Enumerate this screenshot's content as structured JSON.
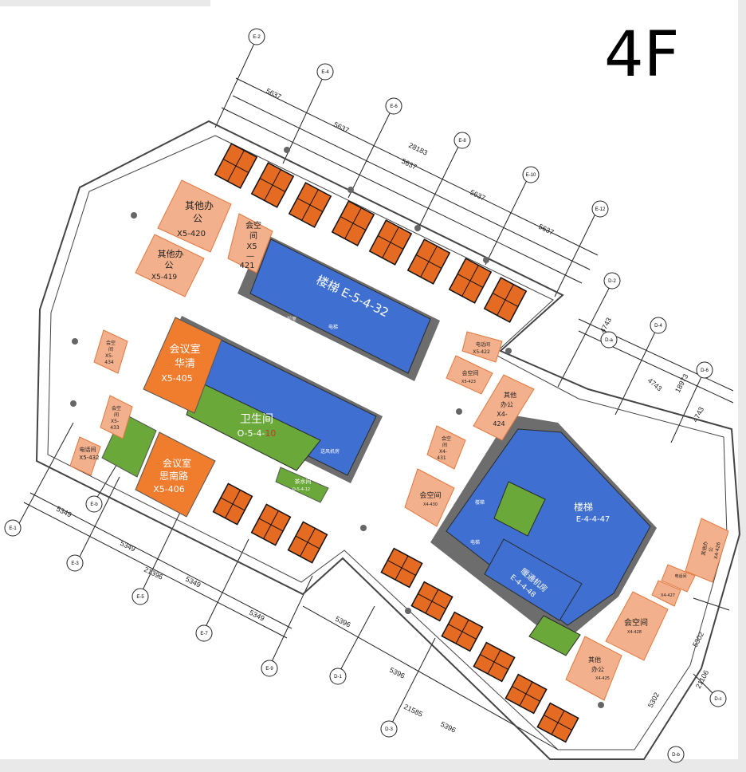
{
  "floor_label": "4F",
  "colors": {
    "stair": "#3f6fd0",
    "meeting": "#f07c2e",
    "office": "#f3b08c",
    "restroom": "#6aa839",
    "desk": "#e56a22",
    "line": "#222222"
  },
  "axes_top": [
    {
      "id": "grid-e2",
      "label": "E-2"
    },
    {
      "id": "grid-e4",
      "label": "E-4"
    },
    {
      "id": "grid-e6",
      "label": "E-6"
    },
    {
      "id": "grid-e8",
      "label": "E-8"
    },
    {
      "id": "grid-e10",
      "label": "E-10"
    },
    {
      "id": "grid-e12",
      "label": "E-12"
    }
  ],
  "axes_right": [
    {
      "id": "grid-d2",
      "label": "D-2"
    },
    {
      "id": "grid-d4",
      "label": "D-4"
    },
    {
      "id": "grid-d6",
      "label": "D-6"
    },
    {
      "id": "grid-da",
      "label": "D-a"
    },
    {
      "id": "grid-dc",
      "label": "D-c"
    },
    {
      "id": "grid-db2",
      "label": "D-b"
    }
  ],
  "axes_bottom": [
    {
      "id": "grid-e1",
      "label": "E-1"
    },
    {
      "id": "grid-eb",
      "label": "E-b"
    },
    {
      "id": "grid-e3",
      "label": "E-3"
    },
    {
      "id": "grid-e5",
      "label": "E-5"
    },
    {
      "id": "grid-e7",
      "label": "E-7"
    },
    {
      "id": "grid-e9",
      "label": "E-9"
    },
    {
      "id": "grid-d1",
      "label": "D-1"
    },
    {
      "id": "grid-d3",
      "label": "D-3"
    }
  ],
  "dimensions": {
    "top": [
      "5637",
      "5637",
      "28183",
      "5637",
      "5637",
      "5637"
    ],
    "right": [
      "4743",
      "4743",
      "18973",
      "4743"
    ],
    "bottom_left": [
      "5349",
      "5349",
      "21396",
      "5349",
      "5349"
    ],
    "bottom_mid": [
      "5396",
      "5396",
      "21585",
      "5396"
    ],
    "bottom_right": [
      "5302",
      "21106",
      "5302"
    ]
  },
  "rooms": {
    "stair_e532": {
      "name": "楼梯",
      "code": "E-5-4-32"
    },
    "stair_e447": {
      "name": "楼梯",
      "code": "E-4-4-47"
    },
    "hvac_e448": {
      "name": "暖通机房",
      "code": "E-4-4-48"
    },
    "meeting_405": {
      "name1": "会议室",
      "name2": "华清",
      "code": "X5-405"
    },
    "meeting_406": {
      "name1": "会议室",
      "name2": "思南路",
      "code": "X5-406"
    },
    "restroom": {
      "name": "卫生间",
      "code_main": "O-5-4-",
      "code_tail": "10"
    },
    "office_420": {
      "name1": "其他办",
      "name2": "公",
      "code": "X5-420"
    },
    "office_419": {
      "name1": "其他办",
      "name2": "公",
      "code": "X5-419"
    },
    "open_421": {
      "l1": "会空",
      "l2": "间",
      "l3": "X5",
      "l4": "—",
      "l5": "421"
    },
    "open_434": {
      "l1": "会空",
      "l2": "间",
      "l3": "X5-",
      "l4": "434"
    },
    "open_433": {
      "l1": "会空",
      "l2": "间",
      "l3": "X5-",
      "l4": "433"
    },
    "phone_432": {
      "name": "电话间",
      "code": "X5-432"
    },
    "tea_434": {
      "name": "茶水间",
      "code": "O-5-4-12"
    },
    "phone_422": {
      "name": "电话间",
      "code": "X5-422"
    },
    "open_423": {
      "name": "会空间",
      "code": "X5-423"
    },
    "office_424": {
      "l1": "其他",
      "l2": "办公",
      "l3": "X4-",
      "l4": "424"
    },
    "open_430": {
      "name": "会空间",
      "code": "X4-430"
    },
    "open_431": {
      "l1": "会空",
      "l2": "间",
      "l3": "X4-",
      "l4": "431"
    },
    "open_428": {
      "name": "会空间",
      "code": "X4-428"
    },
    "phone_427": {
      "name": "电话间",
      "code": "X4-427"
    },
    "office_425": {
      "l1": "其他",
      "l2": "办公",
      "l3": "X4-425"
    },
    "office_426": {
      "l1": "其他办",
      "l2": "公",
      "l3": "X4-426"
    },
    "small_stair_label": "楼梯",
    "elevator_label": "电梯",
    "hall_label": "前室",
    "misc_label": "送风机房"
  }
}
